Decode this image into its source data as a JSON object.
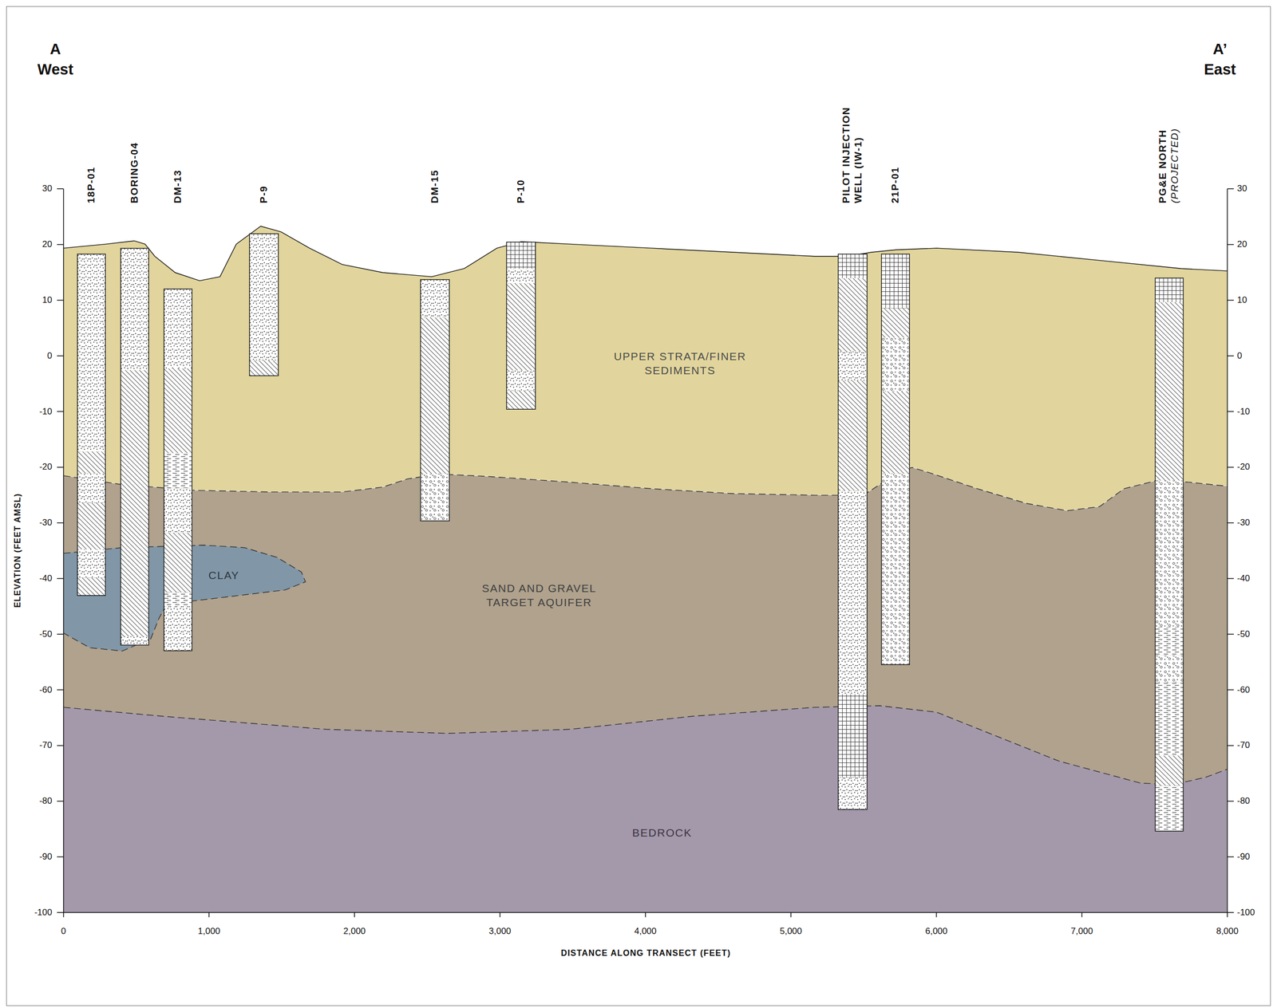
{
  "diagram": {
    "nodes": [
      {
        "text": [
          "UPPER STRATA/FINER SEDIMENTS"
        ]
      },
      {
        "text": [
          "SAND AND GRAVEL TARGET AQUIFER"
        ]
      },
      {
        "text": [
          "CLAY"
        ],
        "in": 1
      },
      {
        "text": [
          "BEDROCK"
        ]
      },
      {
        "text": [
          "18P-01"
        ]
      },
      {
        "text": [
          "BORING-04"
        ]
      },
      {
        "text": [
          "DM-13"
        ]
      },
      {
        "text": [
          "P-9"
        ]
      },
      {
        "text": [
          "DM-15"
        ]
      },
      {
        "text": [
          "P-10"
        ]
      },
      {
        "text": [
          "PILOT INJECTION WELL (IW-1)"
        ]
      },
      {
        "text": [
          "21P-01"
        ]
      },
      {
        "text": [
          "PG&E NORTH",
          "(PROJECTED)"
        ]
      }
    ],
    "labels": [
      "A",
      "West",
      "A’",
      "East",
      "30",
      "20",
      "10",
      "0",
      "-10",
      "-20",
      "-30",
      "-40",
      "-50",
      "-60",
      "-70",
      "-80",
      "-90",
      "-100",
      "30",
      "20",
      "10",
      "0",
      "-10",
      "-20",
      "-30",
      "-40",
      "-50",
      "-60",
      "-70",
      "-80",
      "-90",
      "-100",
      "ELEVATION (FEET AMSL)",
      "0",
      "1,000",
      "2,000",
      "3,000",
      "4,000",
      "5,000",
      "6,000",
      "7,000",
      "8,000",
      "DISTANCE ALONG TRANSECT (FEET)"
    ]
  }
}
